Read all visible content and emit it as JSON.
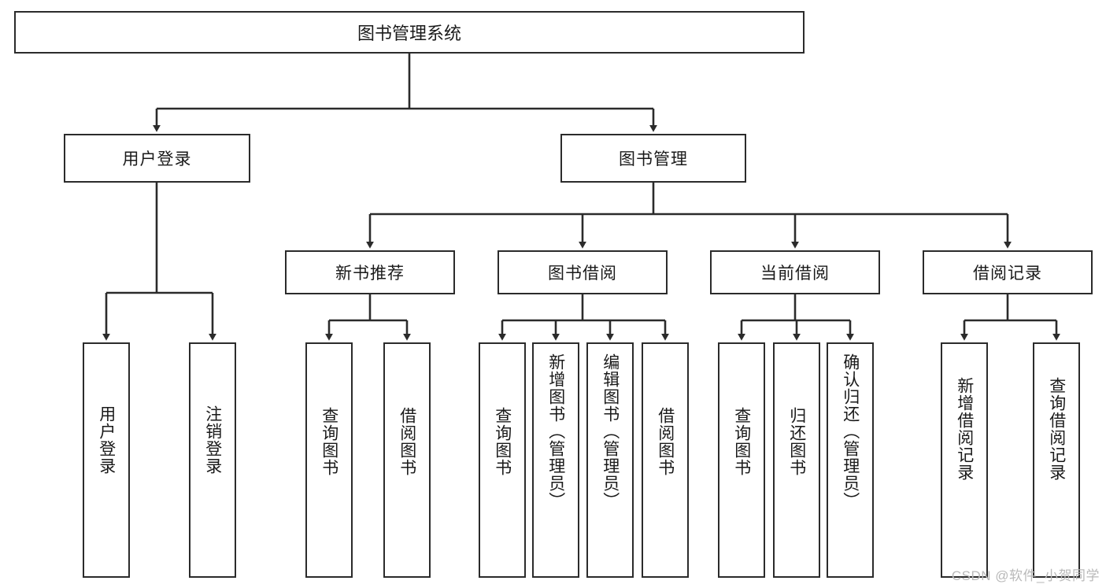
{
  "diagram": {
    "type": "tree-hierarchy",
    "title": "图书管理系统",
    "watermark": "CSDN @软件_小贺同学",
    "colors": {
      "stroke": "#2b2b2b",
      "fill": "#ffffff",
      "text": "#1a1a1a",
      "watermark": "#b9b9b9"
    },
    "nodes": {
      "root": {
        "label": "图书管理系统",
        "level": 1
      },
      "l2": [
        {
          "label": "用户登录",
          "level": 2
        },
        {
          "label": "图书管理",
          "level": 2
        }
      ],
      "l3": [
        {
          "label": "新书推荐",
          "level": 3
        },
        {
          "label": "图书借阅",
          "level": 3
        },
        {
          "label": "当前借阅",
          "level": 3
        },
        {
          "label": "借阅记录",
          "level": 3
        }
      ],
      "leaves": [
        {
          "label": "用户登录",
          "parent": "用户登录",
          "vertical": true
        },
        {
          "label": "注销登录",
          "parent": "用户登录",
          "vertical": true
        },
        {
          "label": "查询图书",
          "parent": "新书推荐",
          "vertical": true
        },
        {
          "label": "借阅图书",
          "parent": "新书推荐",
          "vertical": true
        },
        {
          "label": "查询图书",
          "parent": "图书借阅",
          "vertical": true
        },
        {
          "label": "新增图书（管理员）",
          "parent": "图书借阅",
          "vertical": true
        },
        {
          "label": "编辑图书（管理员）",
          "parent": "图书借阅",
          "vertical": true
        },
        {
          "label": "借阅图书",
          "parent": "图书借阅",
          "vertical": true
        },
        {
          "label": "查询图书",
          "parent": "当前借阅",
          "vertical": true
        },
        {
          "label": "归还图书",
          "parent": "当前借阅",
          "vertical": true
        },
        {
          "label": "确认归还（管理员）",
          "parent": "当前借阅",
          "vertical": true
        },
        {
          "label": "新增借阅记录",
          "parent": "借阅记录",
          "vertical": true
        },
        {
          "label": "查询借阅记录",
          "parent": "借阅记录",
          "vertical": true
        }
      ]
    },
    "edges": [
      {
        "from": "图书管理系统",
        "to": "用户登录"
      },
      {
        "from": "图书管理系统",
        "to": "图书管理"
      },
      {
        "from": "图书管理",
        "to": "新书推荐"
      },
      {
        "from": "图书管理",
        "to": "图书借阅"
      },
      {
        "from": "图书管理",
        "to": "当前借阅"
      },
      {
        "from": "图书管理",
        "to": "借阅记录"
      },
      {
        "from": "用户登录",
        "to": "用户登录"
      },
      {
        "from": "用户登录",
        "to": "注销登录"
      },
      {
        "from": "新书推荐",
        "to": "查询图书"
      },
      {
        "from": "新书推荐",
        "to": "借阅图书"
      },
      {
        "from": "图书借阅",
        "to": "查询图书"
      },
      {
        "from": "图书借阅",
        "to": "新增图书（管理员）"
      },
      {
        "from": "图书借阅",
        "to": "编辑图书（管理员）"
      },
      {
        "from": "图书借阅",
        "to": "借阅图书"
      },
      {
        "from": "当前借阅",
        "to": "查询图书"
      },
      {
        "from": "当前借阅",
        "to": "归还图书"
      },
      {
        "from": "当前借阅",
        "to": "确认归还（管理员）"
      },
      {
        "from": "借阅记录",
        "to": "新增借阅记录"
      },
      {
        "from": "借阅记录",
        "to": "查询借阅记录"
      }
    ]
  }
}
